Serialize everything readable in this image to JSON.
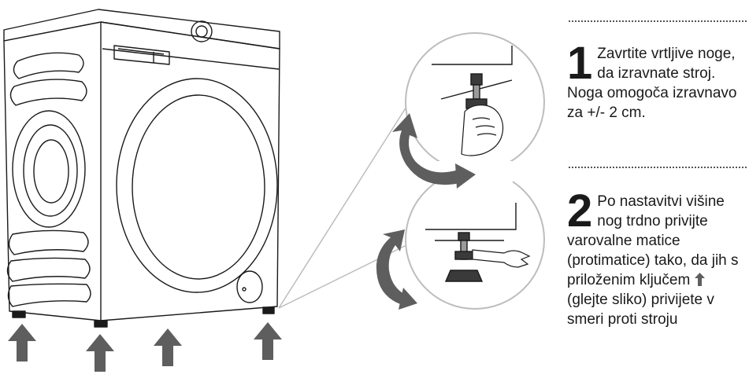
{
  "steps": [
    {
      "number": "1",
      "text": "Zavrtite vrtljive noge, da izravnate stroj. Noga omogoča izravnavo za +/- 2 cm."
    },
    {
      "number": "2",
      "text_before_arrow": "Po nastavitvi višine nog trdno privijte varovalne matice (protimatice) tako, da jih s priloženim ključem",
      "text_after_arrow": "(glejte sliko) privijete v smeri proti stroju"
    }
  ],
  "colors": {
    "line": "#1a1a1a",
    "arrow": "#5e5e5e",
    "circle_border": "#bdbdbd",
    "nut": "#3a3a3a"
  },
  "icons": {
    "washing_machine": "washing-machine-illustration",
    "up_arrow": "up-arrow-icon",
    "rotate": "rotate-arrow-icon",
    "hand": "hand-icon",
    "wrench": "wrench-icon"
  }
}
